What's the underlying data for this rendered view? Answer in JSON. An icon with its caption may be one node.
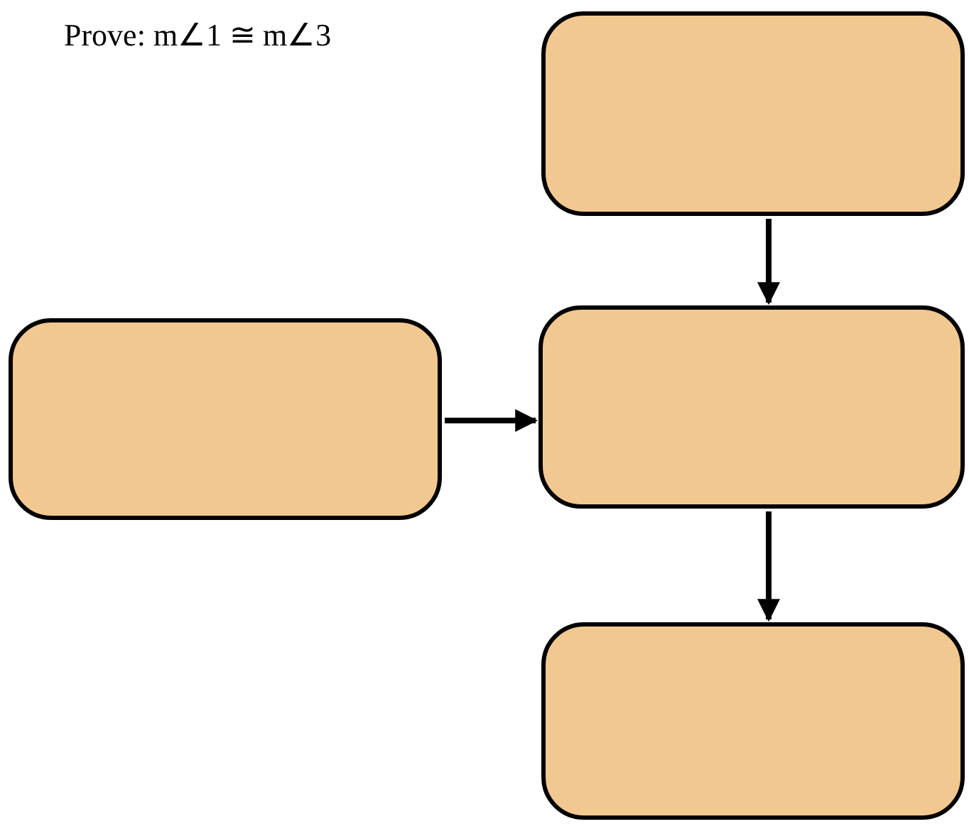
{
  "diagram": {
    "title": "Prove: m∠1 ≅ m∠3",
    "nodes": [
      {
        "text": [],
        "shape": "box"
      },
      {
        "text": [],
        "shape": "box"
      },
      {
        "text": [],
        "shape": "box"
      },
      {
        "text": [],
        "shape": "box"
      }
    ],
    "edges": [
      {
        "from": 0,
        "to": 2,
        "arrow": "to"
      },
      {
        "from": 1,
        "to": 2,
        "arrow": "to"
      },
      {
        "from": 2,
        "to": 3,
        "arrow": "to"
      }
    ]
  }
}
